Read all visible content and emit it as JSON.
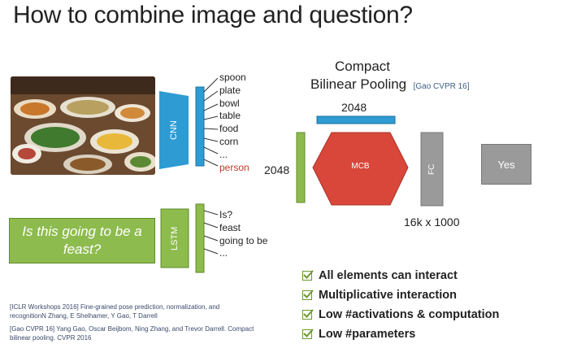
{
  "slide": {
    "title": "How to combine image and question?"
  },
  "image_branch": {
    "cnn_label": "CNN",
    "words": [
      "spoon",
      "plate",
      "bowl",
      "table",
      "food",
      "corn",
      "...",
      "person"
    ]
  },
  "question_branch": {
    "question_text": "Is this going to be a feast?",
    "lstm_label": "LSTM",
    "words": [
      "Is?",
      "feast",
      "going to be",
      "..."
    ]
  },
  "pooling": {
    "heading_line1": "Compact",
    "heading_line2": "Bilinear Pooling",
    "citation": "[Gao CVPR 16]",
    "mcb_label": "MCB",
    "fc_label": "FC",
    "output_label": "Yes",
    "dim_top": "2048",
    "dim_left": "2048",
    "fc_dims": "16k x 1000"
  },
  "bullets": [
    "All elements can interact",
    "Multiplicative interaction",
    "Low #activations & computation",
    "Low #parameters"
  ],
  "references": [
    "[ICLR Workshops 2016]  Fine-grained pose prediction, normalization, and recognitionN Zhang, E Shelhamer, Y Gao, T Darrell",
    "[Gao CVPR 16] Yang Gao, Oscar Beijbom, Ning Zhang, and Trevor Darrell. Compact bilinear pooling. CVPR 2016"
  ],
  "colors": {
    "cnn_blue": "#2e9bd3",
    "lstm_green": "#8dbb4d",
    "mcb_red": "#d9473a",
    "fc_gray": "#9a9a9a"
  }
}
